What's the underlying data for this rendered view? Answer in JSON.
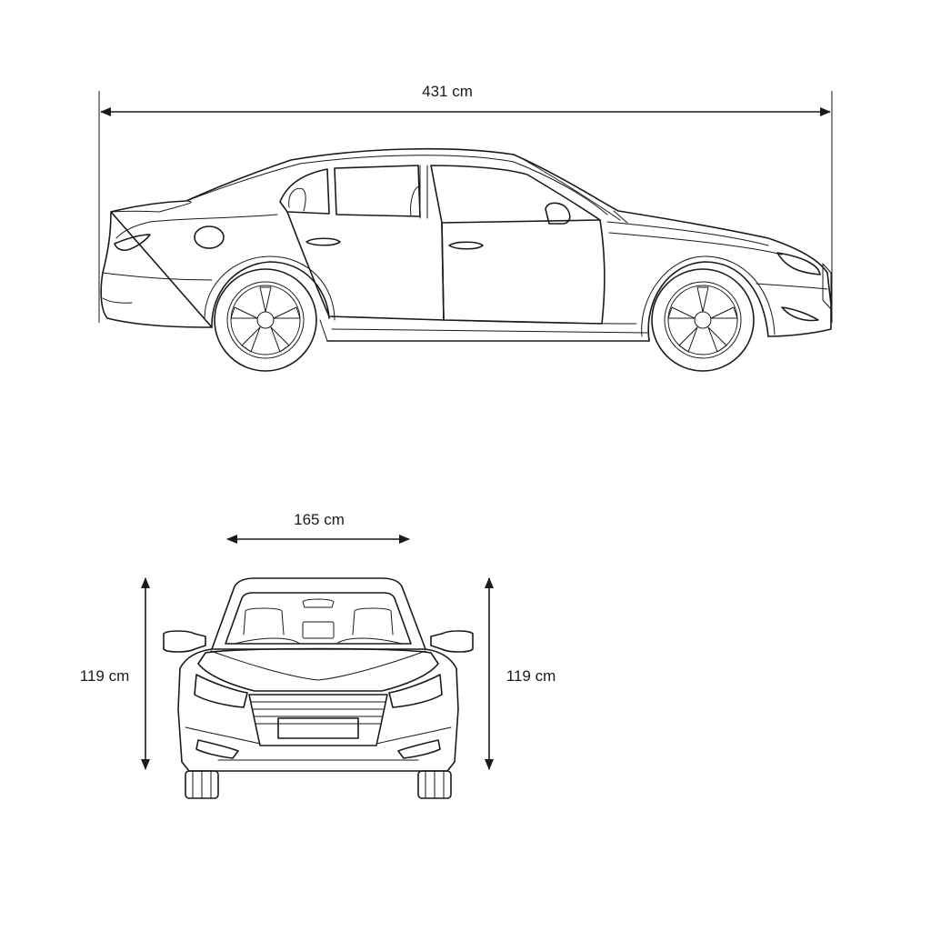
{
  "dimensions": {
    "length": "431 cm",
    "width": "165 cm",
    "height_left": "119 cm",
    "height_right": "119 cm"
  },
  "colors": {
    "line": "#1a1a1a",
    "background": "#ffffff"
  }
}
